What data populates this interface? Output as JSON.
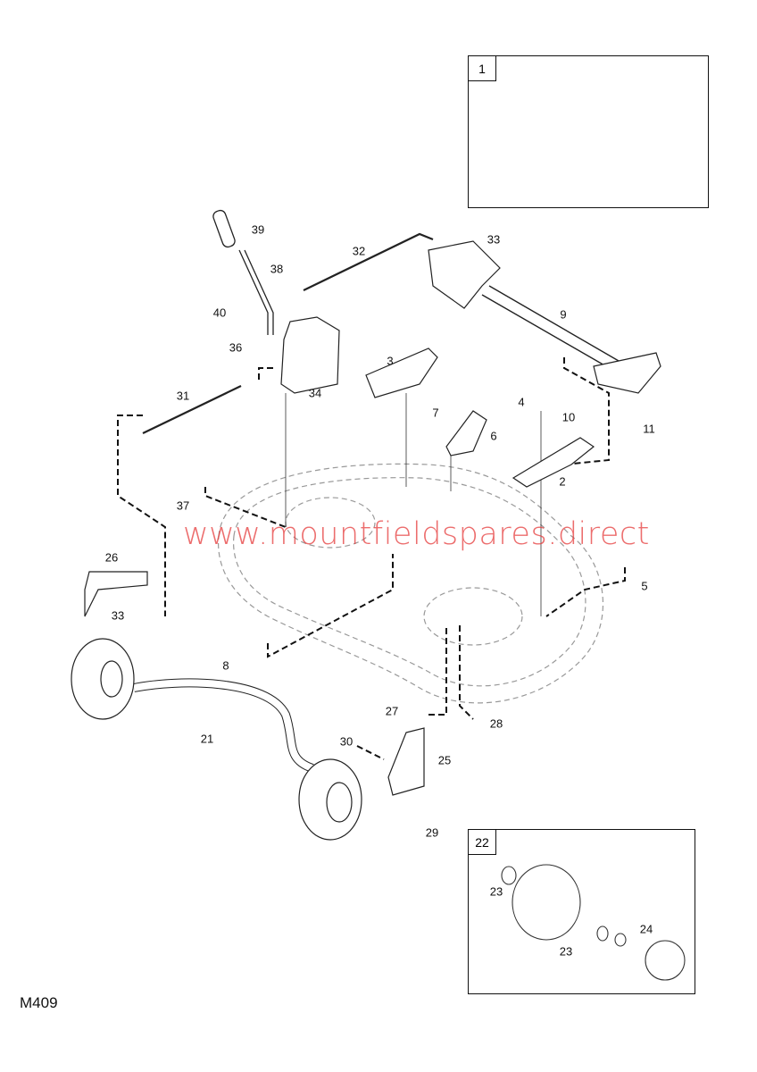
{
  "diagram_code": "M409",
  "watermark": "www.mountfieldspares.direct",
  "insets": [
    {
      "tag": "1"
    },
    {
      "tag": "22"
    }
  ],
  "callouts": [
    "39",
    "38",
    "32",
    "33",
    "40",
    "9",
    "36",
    "3",
    "34",
    "31",
    "7",
    "4",
    "10",
    "6",
    "11",
    "2",
    "37",
    "26",
    "33",
    "5",
    "8",
    "21",
    "27",
    "28",
    "30",
    "25",
    "29",
    "23",
    "23",
    "24"
  ]
}
